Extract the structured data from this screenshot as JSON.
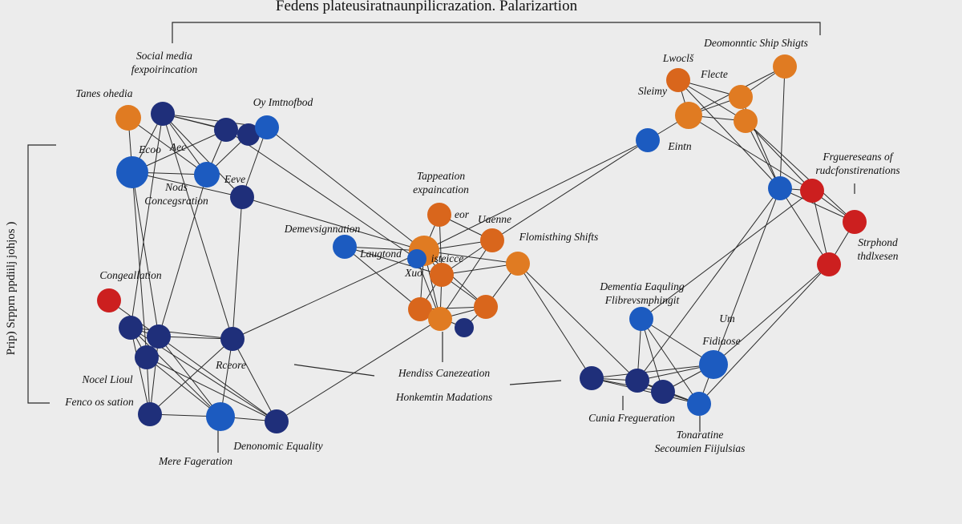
{
  "title": "Fedens plateusiratnaunpilicrazation. Palarizartion",
  "side_label": "Prip) Srpprn ppdiilj johjos )",
  "colors": {
    "navy": "#1f2f7a",
    "blue": "#1c5bc0",
    "orange": "#e07b22",
    "burnt": "#d9661c",
    "red": "#cc1f1f",
    "edge": "#2a2a2a"
  },
  "labels": [
    "Social media\nfexpoirincation",
    "Tanes ohedia",
    "Oy Imtnofbod",
    "Ecoo",
    "Aec",
    "Nods\nConcegsration",
    "Eeve",
    "Tappeation\nexpaincation",
    "Demevsignnation",
    "Laugtond",
    "Xuo",
    "eor",
    "Uaenne",
    "Flomisthing Shifts",
    "isteicce",
    "Congeallation",
    "Nocel Lioul",
    "Fenco os sation",
    "Rceore",
    "Denonomic Equality",
    "Mere Fageration",
    "Hendiss Canezeation",
    "Honkemtin Madations",
    "Deomonntic Ship Shigts",
    "Lwoclš",
    "Flecte",
    "Sleimy",
    "Eintn",
    "Frguereseans of\nrudcfonstirenations",
    "Strphond\nthdlxesen",
    "Dementia Eaquling\nFlibrevsmphingit",
    "Um",
    "Fidiaose",
    "Cunia Fregueration",
    "Tonaratine\nSecoumien Fiijulsias"
  ],
  "nodes": [
    {
      "id": "a1",
      "color": "orange"
    },
    {
      "id": "a2",
      "color": "navy"
    },
    {
      "id": "a3",
      "color": "navy"
    },
    {
      "id": "a4",
      "color": "navy"
    },
    {
      "id": "a5",
      "color": "blue"
    },
    {
      "id": "a6",
      "color": "blue"
    },
    {
      "id": "a7",
      "color": "blue"
    },
    {
      "id": "a8",
      "color": "navy"
    },
    {
      "id": "b1",
      "color": "red"
    },
    {
      "id": "b2",
      "color": "navy"
    },
    {
      "id": "b3",
      "color": "navy"
    },
    {
      "id": "b4",
      "color": "navy"
    },
    {
      "id": "b5",
      "color": "navy"
    },
    {
      "id": "b6",
      "color": "navy"
    },
    {
      "id": "b7",
      "color": "blue"
    },
    {
      "id": "b8",
      "color": "navy"
    },
    {
      "id": "c1",
      "color": "blue"
    },
    {
      "id": "c2",
      "color": "burnt"
    },
    {
      "id": "c3",
      "color": "burnt"
    },
    {
      "id": "c4",
      "color": "orange"
    },
    {
      "id": "c5",
      "color": "blue"
    },
    {
      "id": "c6",
      "color": "burnt"
    },
    {
      "id": "c7",
      "color": "orange"
    },
    {
      "id": "c8",
      "color": "burnt"
    },
    {
      "id": "c9",
      "color": "orange"
    },
    {
      "id": "c10",
      "color": "burnt"
    },
    {
      "id": "c11",
      "color": "navy"
    },
    {
      "id": "d1",
      "color": "burnt"
    },
    {
      "id": "d2",
      "color": "orange"
    },
    {
      "id": "d3",
      "color": "orange"
    },
    {
      "id": "d4",
      "color": "orange"
    },
    {
      "id": "d5",
      "color": "orange"
    },
    {
      "id": "d6",
      "color": "blue"
    },
    {
      "id": "e1",
      "color": "blue"
    },
    {
      "id": "e2",
      "color": "red"
    },
    {
      "id": "e3",
      "color": "red"
    },
    {
      "id": "e4",
      "color": "red"
    },
    {
      "id": "f1",
      "color": "blue"
    },
    {
      "id": "f2",
      "color": "navy"
    },
    {
      "id": "f3",
      "color": "navy"
    },
    {
      "id": "f4",
      "color": "navy"
    },
    {
      "id": "f5",
      "color": "blue"
    },
    {
      "id": "f6",
      "color": "blue"
    }
  ]
}
